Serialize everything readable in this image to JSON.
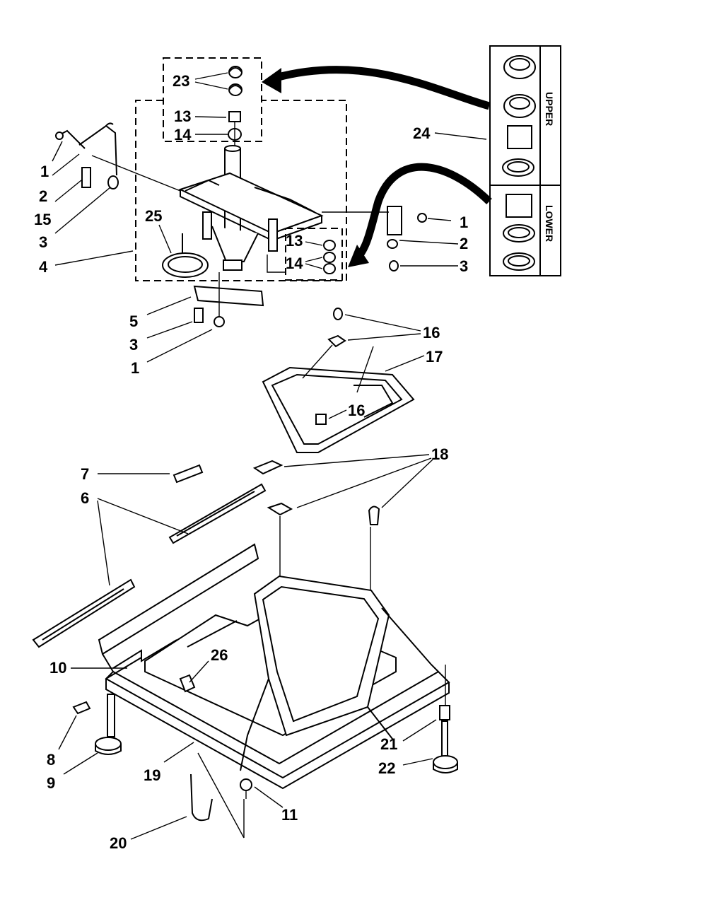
{
  "callouts": [
    {
      "id": "c23",
      "text": "23"
    },
    {
      "id": "c13a",
      "text": "13"
    },
    {
      "id": "c14a",
      "text": "14"
    },
    {
      "id": "c1a",
      "text": "1"
    },
    {
      "id": "c2a",
      "text": "2"
    },
    {
      "id": "c15",
      "text": "15"
    },
    {
      "id": "c3a",
      "text": "3"
    },
    {
      "id": "c4",
      "text": "4"
    },
    {
      "id": "c25",
      "text": "25"
    },
    {
      "id": "c13b",
      "text": "13"
    },
    {
      "id": "c14b",
      "text": "14"
    },
    {
      "id": "c1b",
      "text": "1"
    },
    {
      "id": "c2b",
      "text": "2"
    },
    {
      "id": "c3b",
      "text": "3"
    },
    {
      "id": "c24",
      "text": "24"
    },
    {
      "id": "c5",
      "text": "5"
    },
    {
      "id": "c3c",
      "text": "3"
    },
    {
      "id": "c1c",
      "text": "1"
    },
    {
      "id": "c16a",
      "text": "16"
    },
    {
      "id": "c17",
      "text": "17"
    },
    {
      "id": "c16b",
      "text": "16"
    },
    {
      "id": "c7",
      "text": "7"
    },
    {
      "id": "c18",
      "text": "18"
    },
    {
      "id": "c6",
      "text": "6"
    },
    {
      "id": "c10",
      "text": "10"
    },
    {
      "id": "c26",
      "text": "26"
    },
    {
      "id": "c8",
      "text": "8"
    },
    {
      "id": "c9",
      "text": "9"
    },
    {
      "id": "c19",
      "text": "19"
    },
    {
      "id": "c21",
      "text": "21"
    },
    {
      "id": "c22",
      "text": "22"
    },
    {
      "id": "c11",
      "text": "11"
    },
    {
      "id": "c20",
      "text": "20"
    }
  ],
  "side_labels": {
    "upper": "UPPER",
    "lower": "LOWER"
  },
  "colors": {
    "ink": "#000000",
    "paper": "#ffffff"
  }
}
